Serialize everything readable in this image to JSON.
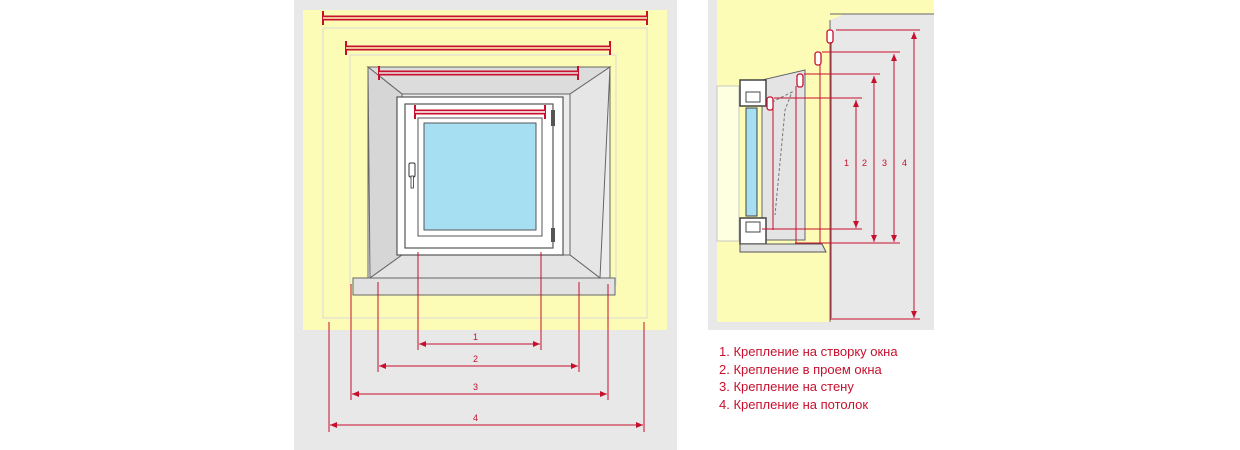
{
  "colors": {
    "wall": "#fdfcb6",
    "dimension": "#c8102e",
    "glass": "#a6dff2",
    "frame": "#ffffff",
    "outline": "#666666",
    "reveal": "#dedede",
    "reveal_light": "#ececec",
    "sill": "#e2e2e2",
    "outer_frame": "#e8e8e8"
  },
  "front_view": {
    "dimension_labels": [
      "1",
      "2",
      "3",
      "4"
    ]
  },
  "side_view": {
    "dimension_labels": [
      "1",
      "2",
      "3",
      "4"
    ]
  },
  "legend": {
    "items": [
      "1. Крепление на створку окна",
      "2. Крепление в проем окна",
      "3. Крепление на стену",
      "4. Крепление на потолок"
    ]
  }
}
